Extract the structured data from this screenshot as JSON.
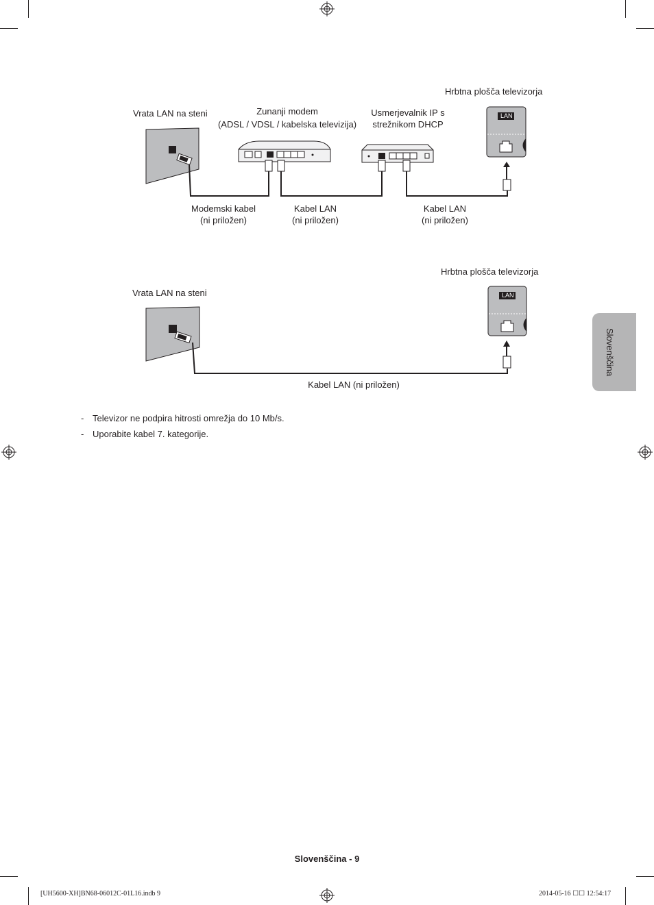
{
  "diagram1": {
    "wall_port_label": "Vrata LAN na steni",
    "modem_label_line1": "Zunanji modem",
    "modem_label_line2": "(ADSL / VDSL / kabelska televizija)",
    "router_label_line1": "Usmerjevalnik IP s",
    "router_label_line2": "strežnikom DHCP",
    "tv_panel_label": "Hrbtna plošča televizorja",
    "tv_port_badge": "LAN",
    "cable1_line1": "Modemski kabel",
    "cable1_line2": "(ni priložen)",
    "cable2_line1": "Kabel LAN",
    "cable2_line2": "(ni priložen)",
    "cable3_line1": "Kabel LAN",
    "cable3_line2": "(ni priložen)"
  },
  "diagram2": {
    "wall_port_label": "Vrata LAN na steni",
    "tv_panel_label": "Hrbtna plošča televizorja",
    "tv_port_badge": "LAN",
    "cable_label": "Kabel LAN (ni priložen)"
  },
  "notes": [
    {
      "bullet": "-",
      "text": "Televizor ne podpira hitrosti omrežja do 10 Mb/s."
    },
    {
      "bullet": "-",
      "text": "Uporabite kabel 7. kategorije."
    }
  ],
  "side_tab": {
    "label": "Slovenščina",
    "color": "#b5b5b6"
  },
  "footer": {
    "page_label": "Slovenščina - 9",
    "slug_left": "[UH5600-XH]BN68-06012C-01L16.indb   9",
    "slug_right": "2014-05-16   ☐☐ 12:54:17"
  }
}
